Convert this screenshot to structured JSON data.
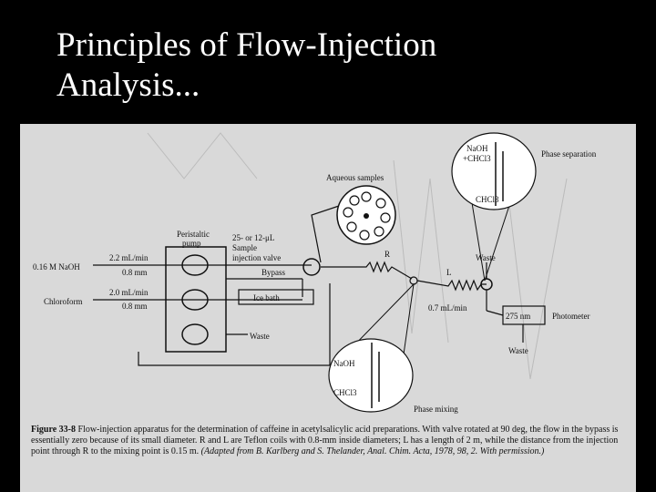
{
  "slide": {
    "title_line1": "Principles of Flow-Injection",
    "title_line2": "Analysis..."
  },
  "diagram": {
    "labels": {
      "phase_separation": "Phase separation",
      "naoh_chcl3": "NaOH",
      "naoh_chcl3_2": "+CHCl3",
      "chcl3_top": "CHCl3",
      "aqueous_samples": "Aqueous samples",
      "peristaltic_pump": "Peristaltic",
      "pump": "pump",
      "sample_valve_1": "25- or 12-μL",
      "sample_valve_2": "Sample",
      "sample_valve_3": "injection valve",
      "naoh_feed": "0.16 M NaOH",
      "rate1": "2.2 mL/min",
      "diam1": "0.8 mm",
      "chloroform": "Chloroform",
      "rate2": "2.0 mL/min",
      "diam2": "0.8 mm",
      "bypass": "Bypass",
      "ice_bath": "Ice bath",
      "waste_pump": "Waste",
      "coil_r": "R",
      "coil_l": "L",
      "waste_top": "Waste",
      "flow_out": "0.7 mL/min",
      "detector": "275 nm",
      "photometer": "Photometer",
      "waste_bottom": "Waste",
      "naoh_mix": "NaOH",
      "chcl3_mix": "CHCl3",
      "phase_mixing": "Phase mixing"
    },
    "caption": {
      "figure_label": "Figure 33-8",
      "text": "Flow-injection apparatus for the determination of caffeine in acetylsalicylic acid preparations. With valve rotated at 90 deg, the flow in the bypass is essentially zero because of its small diameter. R and L are Teflon coils with 0.8-mm inside diameters; L has a length of 2 m, while the distance from the injection point through R to the mixing point is 0.15 m.",
      "source": "(Adapted from B. Karlberg and S. Thelander, Anal. Chim. Acta, 1978, 98, 2. With permission.)"
    }
  }
}
